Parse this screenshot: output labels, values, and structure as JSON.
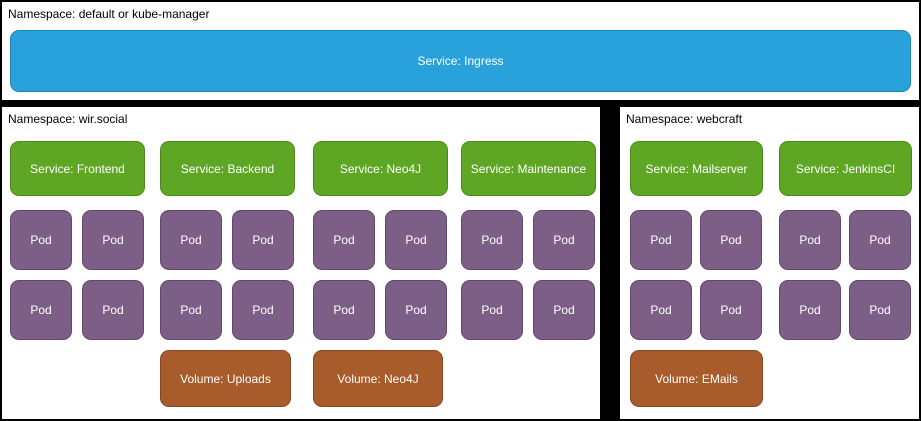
{
  "top_namespace": {
    "label": "Namespace: default or kube-manager",
    "service_label": "Service: Ingress"
  },
  "left_namespace": {
    "label": "Namespace: wir.social",
    "services": [
      "Service: Frontend",
      "Service: Backend",
      "Service: Neo4J",
      "Service: Maintenance"
    ],
    "volumes": [
      "Volume: Uploads",
      "Volume: Neo4J"
    ]
  },
  "right_namespace": {
    "label": "Namespace: webcraft",
    "services": [
      "Service: Mailserver",
      "Service: JenkinsCI"
    ],
    "volumes": [
      "Volume: EMails"
    ]
  },
  "labels": {
    "pod": "Pod"
  },
  "colors": {
    "ingress": "#29A2DC",
    "service": "#5FA624",
    "pod": "#7C5E87",
    "volume": "#A85B2B"
  }
}
